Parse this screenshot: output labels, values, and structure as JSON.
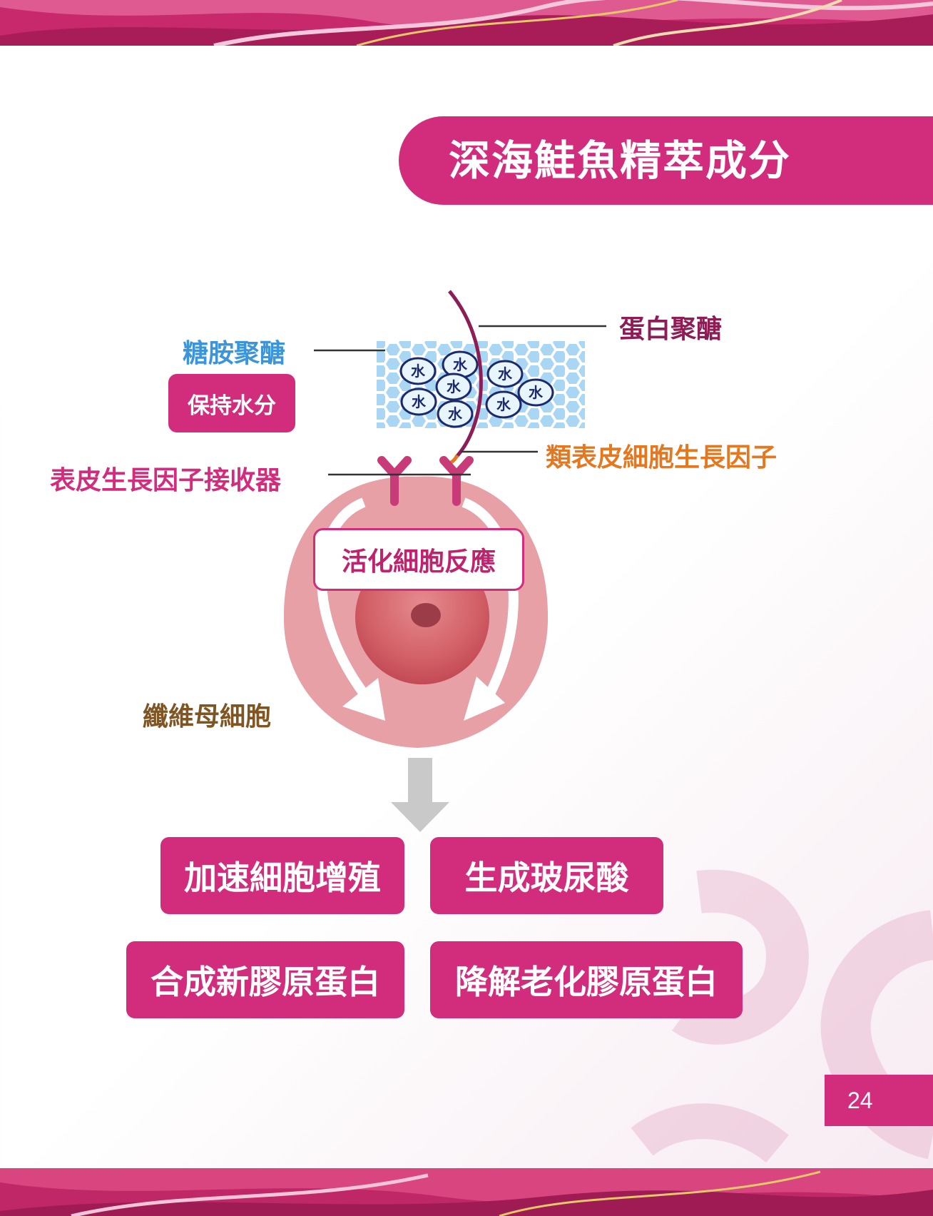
{
  "title": "深海鮭魚精萃成分",
  "labels": {
    "gag": "糖胺聚醣",
    "proteoglycan": "蛋白聚醣",
    "egf": "類表皮細胞生長因子",
    "egf_receptor": "表皮生長因子接收器",
    "fibroblast": "纖維母細胞"
  },
  "keep_water": "保持水分",
  "water_char": "水",
  "activate": "活化細胞反應",
  "results": [
    "加速細胞增殖",
    "生成玻尿酸",
    "合成新膠原蛋白",
    "降解老化膠原蛋白"
  ],
  "page_number": "24",
  "colors": {
    "brand_pink": "#d12d7c",
    "gag_blue": "#3b95d8",
    "proteoglycan_maroon": "#8c1e55",
    "egf_orange": "#e5781e",
    "fibroblast_brown": "#7e5523",
    "cell_pink": "#e6a0a6"
  }
}
